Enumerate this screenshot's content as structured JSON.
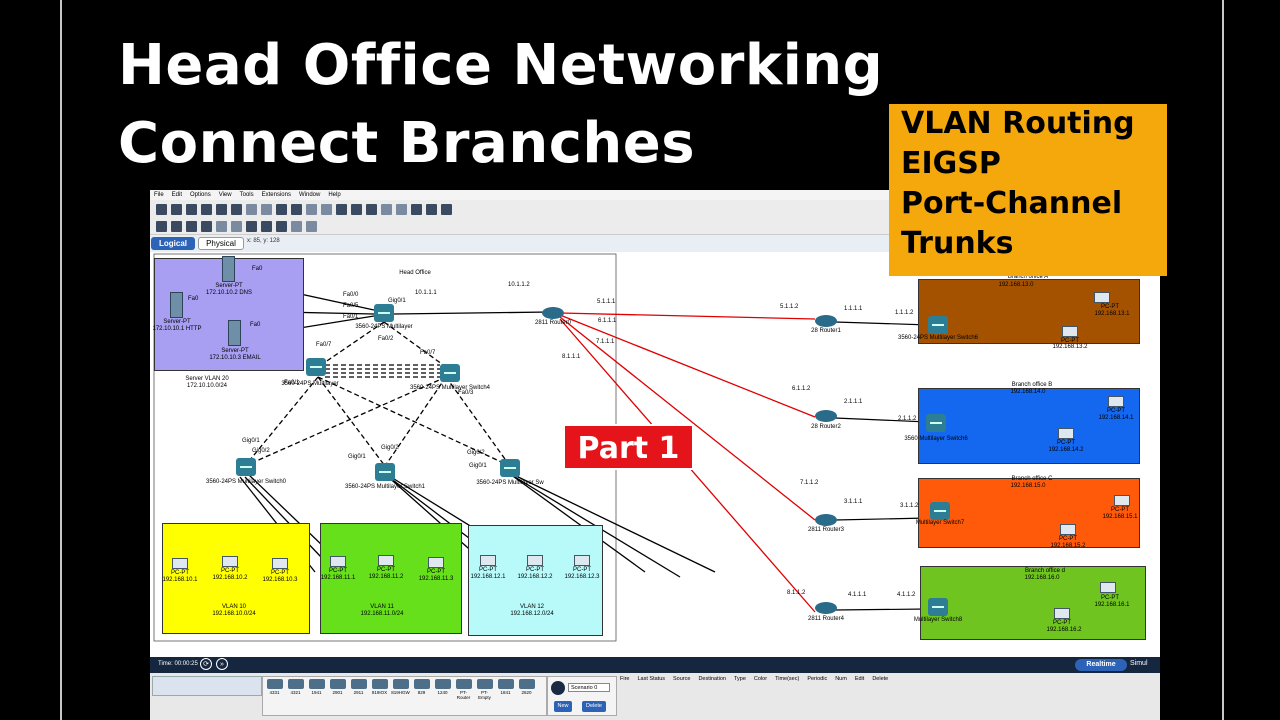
{
  "banner": {
    "line1": "Head Office  Networking",
    "line2": "Connect Branches"
  },
  "topics": [
    "VLAN Routing",
    "EIGSP",
    "Port-Channel",
    "Trunks"
  ],
  "part_label": "Part 1",
  "menu": [
    "File",
    "Edit",
    "Options",
    "View",
    "Tools",
    "Extensions",
    "Window",
    "Help"
  ],
  "tabs": {
    "logical": "Logical",
    "physical": "Physical",
    "coords": "x: 85, y: 128"
  },
  "head_office": {
    "title": "Head Office",
    "server_zone_label": "Server VLAN 20",
    "server_zone_net": "172.10.10.0/24",
    "servers": [
      {
        "name": "Server-PT",
        "ip": "172.10.10.2 DNS"
      },
      {
        "name": "Server-PT",
        "ip": "172.10.10.1 HTTP"
      },
      {
        "name": "Server-PT",
        "ip": "172.10.10.3 EMAIL"
      }
    ],
    "core_switch": "3560-24PS Multilayer",
    "dist_left": "3560-24PS Multilayer",
    "dist_right": "3560-24PS Multilayer Switch4",
    "access": [
      "3560-24PS Multilayer Switch0",
      "3560-24PS Multilayer Switch1",
      "3560-24PS Multilayer Sw"
    ],
    "vlans": [
      {
        "label": "VLAN 10",
        "net": "192.168.10.0/24",
        "pcs": [
          {
            "name": "PC-PT",
            "ip": "192.168.10.1"
          },
          {
            "name": "PC-PT",
            "ip": "192.168.10.2"
          },
          {
            "name": "PC-PT",
            "ip": "192.168.10.3"
          }
        ]
      },
      {
        "label": "VLAN 11",
        "net": "192.168.11.0/24",
        "pcs": [
          {
            "name": "PC-PT",
            "ip": "192.168.11.1"
          },
          {
            "name": "PC-PT",
            "ip": "192.168.11.2"
          },
          {
            "name": "PC-PT",
            "ip": "192.168.11.3"
          }
        ]
      },
      {
        "label": "VLAN 12",
        "net": "192.168.12.0/24",
        "pcs": [
          {
            "name": "PC-PT",
            "ip": "192.168.12.1"
          },
          {
            "name": "PC-PT",
            "ip": "192.168.12.2"
          },
          {
            "name": "PC-PT",
            "ip": "192.168.12.3"
          }
        ]
      }
    ]
  },
  "router0": {
    "name": "2811 Router0",
    "links": [
      "10.1.1.2",
      "10.1.1.1",
      "5.1.1.1",
      "6.1.1.1",
      "7.1.1.1",
      "8.1.1.1"
    ]
  },
  "branches": [
    {
      "title": "Branch office A",
      "net": "192.168.13.0",
      "router": "28 Router1",
      "wan": "5.1.1.2",
      "lan": "1.1.1.1",
      "lan2": "1.1.1.2",
      "switch": "3560-24PS Multilayer Switch6",
      "pcs": [
        {
          "name": "PC-PT",
          "ip": "192.168.13.1"
        },
        {
          "name": "PC-PT",
          "ip": "192.168.13.2"
        }
      ]
    },
    {
      "title": "Branch office B",
      "net": "192.168.14.0",
      "router": "28 Router2",
      "wan": "6.1.1.2",
      "lan": "2.1.1.1",
      "lan2": "2.1.1.2",
      "switch": "3560 Multilayer Switch6",
      "pcs": [
        {
          "name": "PC-PT",
          "ip": "192.168.14.1"
        },
        {
          "name": "PC-PT",
          "ip": "192.168.14.2"
        }
      ]
    },
    {
      "title": "Branch office C",
      "net": "192.168.15.0",
      "router": "2811 Router3",
      "wan": "7.1.1.2",
      "lan": "3.1.1.1",
      "lan2": "3.1.1.2",
      "switch": "Multilayer Switch7",
      "pcs": [
        {
          "name": "PC-PT",
          "ip": "192.168.15.1"
        },
        {
          "name": "PC-PT",
          "ip": "192.168.15.2"
        }
      ]
    },
    {
      "title": "Branch office d",
      "net": "192.168.16.0",
      "router": "2811 Router4",
      "wan": "8.1.1.2",
      "lan": "4.1.1.1",
      "lan2": "4.1.1.2",
      "switch": "Multilayer Switch8",
      "pcs": [
        {
          "name": "PC-PT",
          "ip": "192.168.16.1"
        },
        {
          "name": "PC-PT",
          "ip": "192.168.16.2"
        }
      ]
    }
  ],
  "status": {
    "time": "Time: 00:00:25",
    "realtime": "Realtime",
    "simul": "Simul"
  },
  "devices": [
    "4331",
    "4321",
    "1941",
    "2901",
    "2911",
    "819IOX",
    "819HGW",
    "829",
    "1240",
    "PT-Router",
    "PT-Empty",
    "1841",
    "2620"
  ],
  "scenario": {
    "select": "Scenario 0",
    "new": "New",
    "delete": "Delete"
  },
  "pdu_headers": [
    "Fire",
    "Last Status",
    "Source",
    "Destination",
    "Type",
    "Color",
    "Time(sec)",
    "Periodic",
    "Num",
    "Edit",
    "Delete"
  ],
  "colors": {
    "server_zone": "#a89ef2",
    "vlan10": "#ffff00",
    "vlan11": "#66e01a",
    "vlan12": "#b8fafa",
    "branchA": "#a55200",
    "branchB": "#1467ef",
    "branchC": "#ff5a0a",
    "branchD": "#6fc41f",
    "wan_link": "#e00000",
    "topics_bg": "#f5a80c",
    "part_bg": "#e5141a"
  }
}
